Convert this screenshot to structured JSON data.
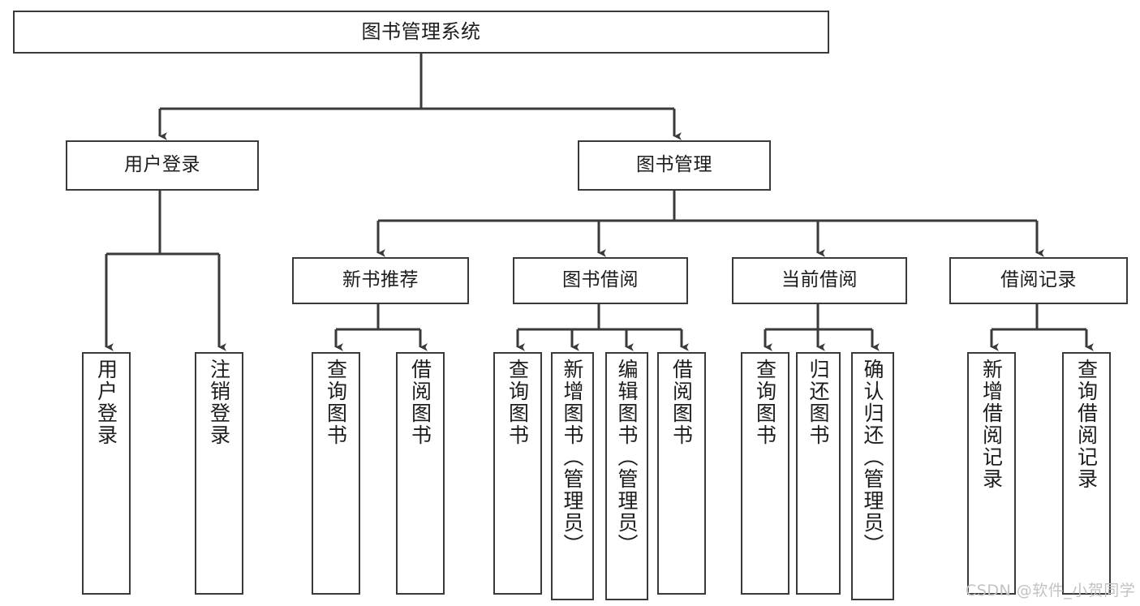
{
  "diagram": {
    "title": "图书管理系统",
    "type": "hierarchy-tree",
    "root": {
      "label": "图书管理系统"
    },
    "level2": [
      {
        "label": "用户登录"
      },
      {
        "label": "图书管理"
      }
    ],
    "level3": [
      {
        "label": "新书推荐"
      },
      {
        "label": "图书借阅"
      },
      {
        "label": "当前借阅"
      },
      {
        "label": "借阅记录"
      }
    ],
    "leaves": {
      "user_login": [
        {
          "label": "用户登录"
        },
        {
          "label": "注销登录"
        }
      ],
      "new_book_recommend": [
        {
          "label": "查询图书"
        },
        {
          "label": "借阅图书"
        }
      ],
      "book_borrow": [
        {
          "label": "查询图书"
        },
        {
          "label": "新增图书（管理员）"
        },
        {
          "label": "编辑图书（管理员）"
        },
        {
          "label": "借阅图书"
        }
      ],
      "current_borrow": [
        {
          "label": "查询图书"
        },
        {
          "label": "归还图书"
        },
        {
          "label": "确认归还（管理员）"
        }
      ],
      "borrow_record": [
        {
          "label": "新增借阅记录"
        },
        {
          "label": "查询借阅记录"
        }
      ]
    }
  },
  "watermark": {
    "text": "CSDN @软件_小贺同学"
  },
  "colors": {
    "stroke": "#3a3a3a",
    "box_fill": "#ffffff",
    "text": "#1c1c1c",
    "watermark": "#c2c2c2",
    "background": "#ffffff"
  }
}
